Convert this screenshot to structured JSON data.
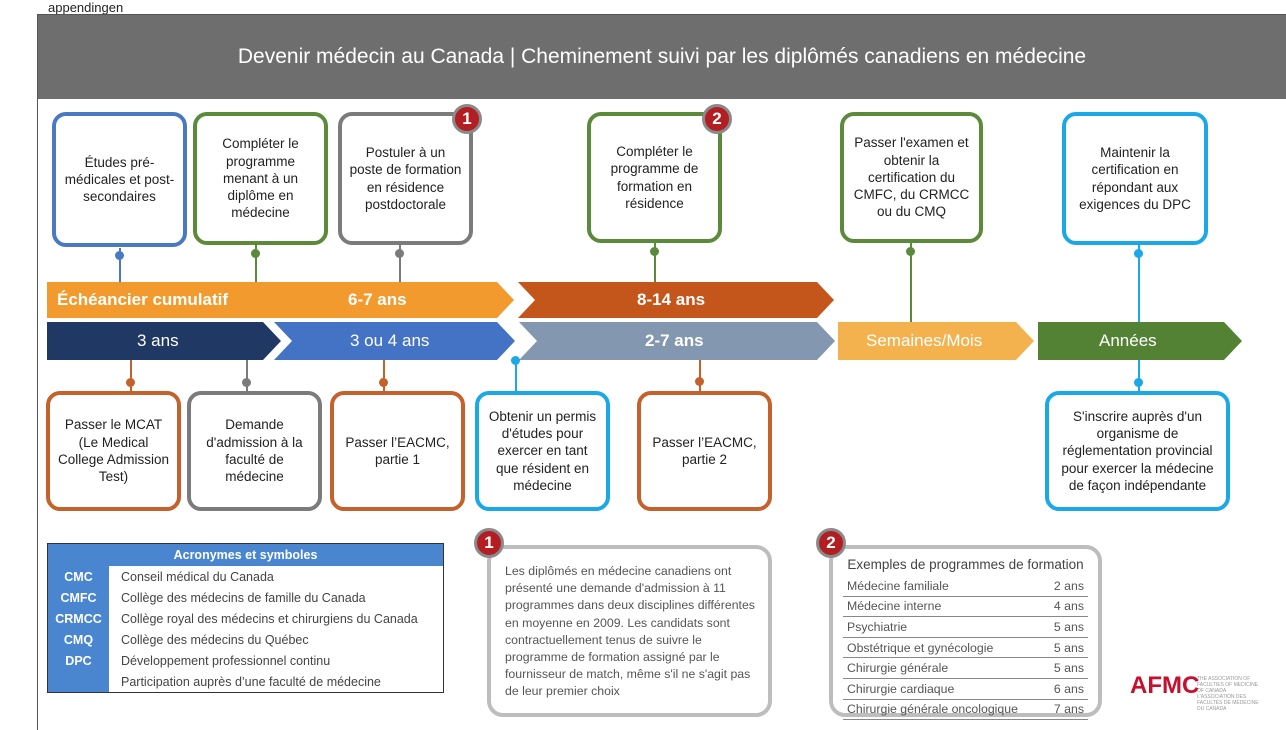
{
  "top_text": "appendingen",
  "title": "Devenir médecin au Canada | Cheminement suivi par les diplômés canadiens en médecine",
  "top_boxes": [
    "Études pré-médicales et post-secondaires",
    "Compléter le programme menant à un diplôme en médecine",
    "Postuler à un poste de formation en résidence postdoctorale",
    "Compléter le programme de formation en résidence",
    "Passer l'examen et obtenir la certification du CMFC, du CRMCC ou du CMQ",
    "Maintenir la certification en répondant aux exigences du DPC"
  ],
  "bottom_boxes": [
    "Passer le MCAT (Le Medical College Admission Test)",
    "Demande d'admission à la faculté de médecine",
    "Passer l’EACMC, partie 1",
    "Obtenir un permis d'études pour exercer en tant que résident en médecine",
    "Passer l’EACMC, partie 2",
    "S'inscrire auprès d'un organisme de réglementation provincial pour exercer la médecine de façon indépendante"
  ],
  "badges": [
    "1",
    "2"
  ],
  "cumulative": {
    "label": "Échéancier cumulatif",
    "seg1": "6-7 ans",
    "seg2": "8-14 ans"
  },
  "phases": [
    "3 ans",
    "3 ou 4 ans",
    "2-7 ans",
    "Semaines/Mois",
    "Années"
  ],
  "colors": {
    "orange": "#f29a2e",
    "dark_orange": "#c5561b",
    "navy": "#1f3864",
    "blue": "#4472c4",
    "slate": "#8497b0",
    "light_orange": "#f4b24f",
    "green": "#548235"
  },
  "acronyms": {
    "title": "Acronymes et symboles",
    "rows": [
      {
        "abbr": "CMC",
        "def": "Conseil médical du Canada"
      },
      {
        "abbr": "CMFC",
        "def": "Collège des médecins de famille du Canada"
      },
      {
        "abbr": "CRMCC",
        "def": "Collège royal des médecins et chirurgiens du Canada"
      },
      {
        "abbr": "CMQ",
        "def": "Collège des médecins du Québec"
      },
      {
        "abbr": "DPC",
        "def": "Développement professionnel continu"
      },
      {
        "abbr": "",
        "def": "Participation auprès d’une faculté de médecine"
      }
    ]
  },
  "note1": {
    "badge": "1",
    "text": "Les diplômés en médecine canadiens ont présenté une demande d'admission à 11 programmes dans deux disciplines différentes en moyenne en 2009. Les candidats sont contractuellement tenus de suivre le programme de formation assigné par le fournisseur de match, même s'il ne s'agit pas de leur premier choix"
  },
  "programs": {
    "badge": "2",
    "title": "Exemples de programmes de formation",
    "rows": [
      {
        "name": "Médecine familiale",
        "years": "2 ans"
      },
      {
        "name": "Médecine interne",
        "years": "4 ans"
      },
      {
        "name": "Psychiatrie",
        "years": "5 ans"
      },
      {
        "name": "Obstétrique et gynécologie",
        "years": "5 ans"
      },
      {
        "name": "Chirurgie générale",
        "years": "5 ans"
      },
      {
        "name": "Chirurgie cardiaque",
        "years": "6 ans"
      },
      {
        "name": "Chirurgie générale oncologique",
        "years": "7 ans"
      }
    ]
  },
  "logo": {
    "text": "AFMC",
    "small": "THE ASSOCIATION OF FACULTIES OF MEDICINE OF CANADA L'ASSOCIATION DES FACULTÉS DE MÉDECINE DU CANADA"
  }
}
